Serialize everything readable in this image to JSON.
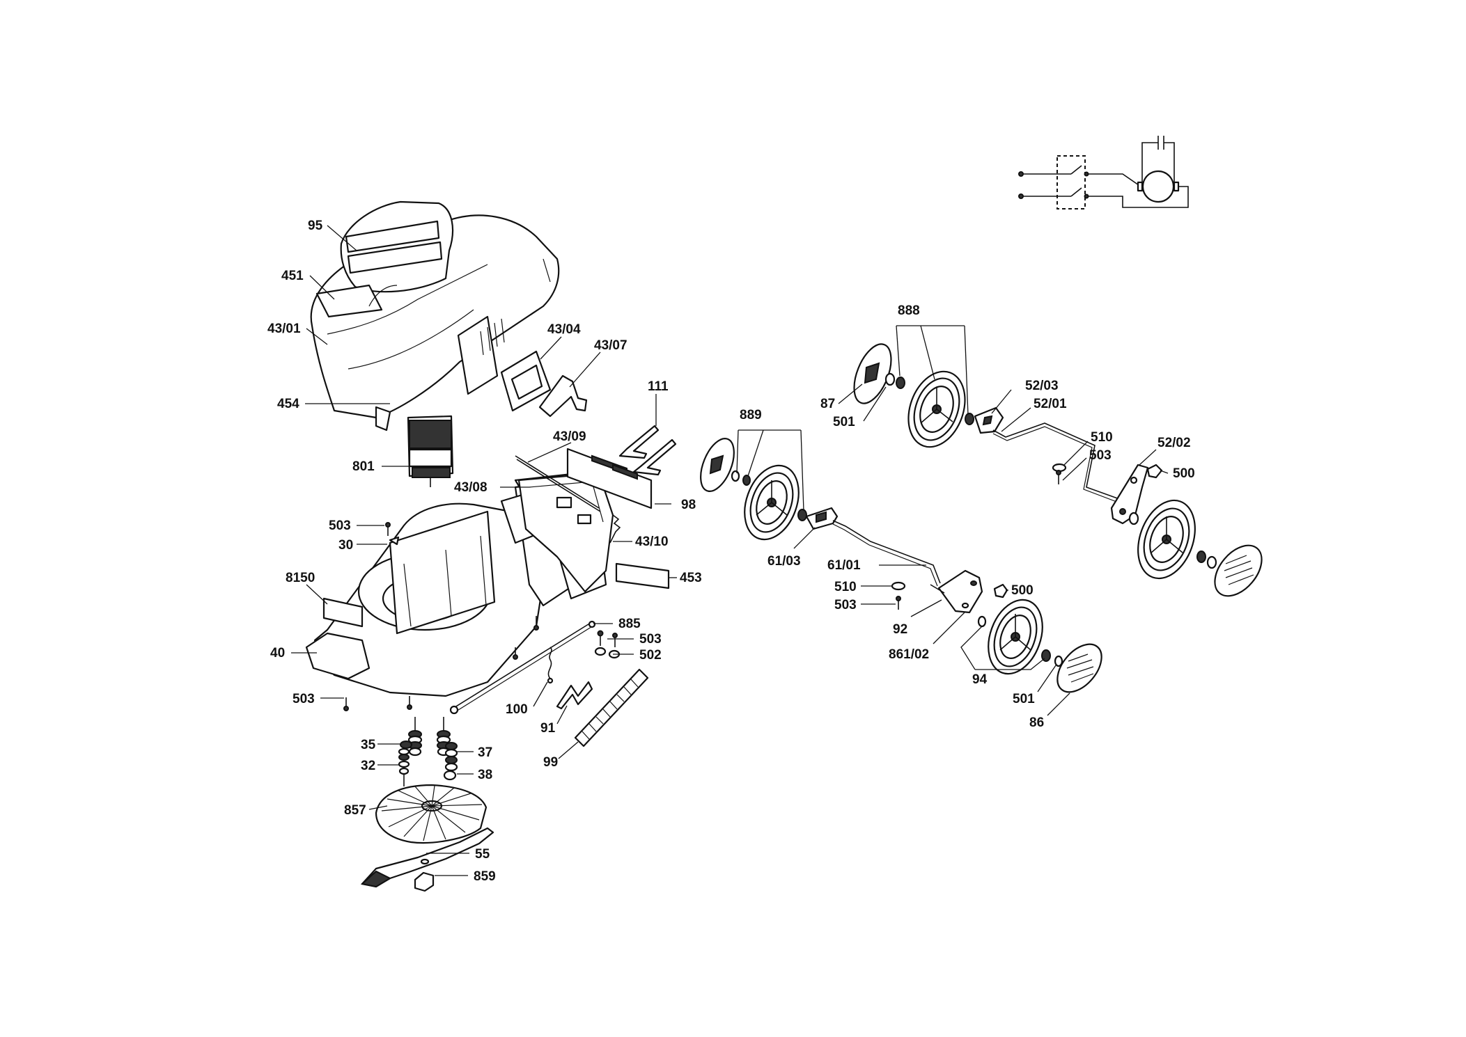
{
  "diagram": {
    "callouts": [
      {
        "id": "95",
        "label": "95"
      },
      {
        "id": "451",
        "label": "451"
      },
      {
        "id": "43-01",
        "label": "43/01"
      },
      {
        "id": "454",
        "label": "454"
      },
      {
        "id": "801",
        "label": "801"
      },
      {
        "id": "43-04",
        "label": "43/04"
      },
      {
        "id": "43-07",
        "label": "43/07"
      },
      {
        "id": "111",
        "label": "111"
      },
      {
        "id": "43-09",
        "label": "43/09"
      },
      {
        "id": "43-08",
        "label": "43/08"
      },
      {
        "id": "98",
        "label": "98"
      },
      {
        "id": "43-10",
        "label": "43/10"
      },
      {
        "id": "453",
        "label": "453"
      },
      {
        "id": "503-a",
        "label": "503"
      },
      {
        "id": "30",
        "label": "30"
      },
      {
        "id": "8150",
        "label": "8150"
      },
      {
        "id": "40",
        "label": "40"
      },
      {
        "id": "503-b",
        "label": "503"
      },
      {
        "id": "885",
        "label": "885"
      },
      {
        "id": "503-c",
        "label": "503"
      },
      {
        "id": "502",
        "label": "502"
      },
      {
        "id": "100",
        "label": "100"
      },
      {
        "id": "91",
        "label": "91"
      },
      {
        "id": "99",
        "label": "99"
      },
      {
        "id": "35",
        "label": "35"
      },
      {
        "id": "37",
        "label": "37"
      },
      {
        "id": "32",
        "label": "32"
      },
      {
        "id": "38",
        "label": "38"
      },
      {
        "id": "857",
        "label": "857"
      },
      {
        "id": "55",
        "label": "55"
      },
      {
        "id": "859",
        "label": "859"
      },
      {
        "id": "888",
        "label": "888"
      },
      {
        "id": "87",
        "label": "87"
      },
      {
        "id": "501-a",
        "label": "501"
      },
      {
        "id": "52-03",
        "label": "52/03"
      },
      {
        "id": "52-01",
        "label": "52/01"
      },
      {
        "id": "510-a",
        "label": "510"
      },
      {
        "id": "503-d",
        "label": "503"
      },
      {
        "id": "52-02",
        "label": "52/02"
      },
      {
        "id": "500-a",
        "label": "500"
      },
      {
        "id": "889",
        "label": "889"
      },
      {
        "id": "61-03",
        "label": "61/03"
      },
      {
        "id": "61-01",
        "label": "61/01"
      },
      {
        "id": "510-b",
        "label": "510"
      },
      {
        "id": "503-e",
        "label": "503"
      },
      {
        "id": "500-b",
        "label": "500"
      },
      {
        "id": "92",
        "label": "92"
      },
      {
        "id": "861-02",
        "label": "861/02"
      },
      {
        "id": "94",
        "label": "94"
      },
      {
        "id": "501-b",
        "label": "501"
      },
      {
        "id": "86",
        "label": "86"
      }
    ]
  }
}
